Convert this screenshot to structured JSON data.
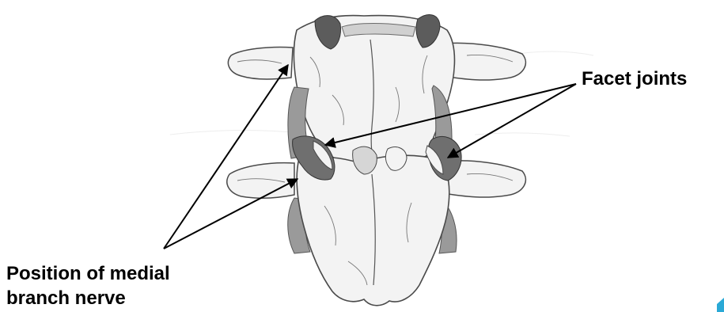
{
  "labels": {
    "facet_joints": "Facet joints",
    "medial_branch_line1": "Position of medial",
    "medial_branch_line2": "branch nerve"
  },
  "colors": {
    "bone_fill": "#f3f3f3",
    "bone_outline": "#4a4a4a",
    "joint_shadow": "#6f6f6f",
    "disc_shadow": "#9a9a9a",
    "arrow": "#000000",
    "corner_accent": "#2aa9d6"
  }
}
